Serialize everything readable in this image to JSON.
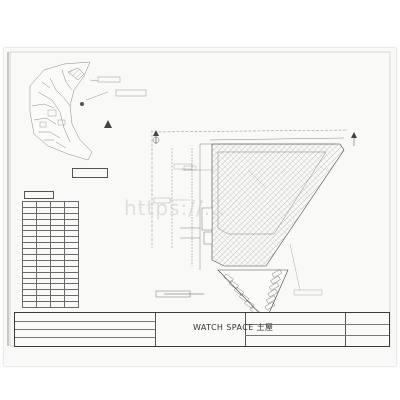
{
  "viewer": {
    "page_color": "#f9f9f7",
    "background": "#ffffff"
  },
  "drawing": {
    "sheet_type": "site plan with location map",
    "location_map": {
      "label": "",
      "caption": ""
    },
    "site_plan": {
      "top_label": "",
      "hatched_area_label": "",
      "right_label": "",
      "left_label": "",
      "parking_stalls": 12
    },
    "parcel_table": {
      "caption": "",
      "rows": [
        [
          "",
          "",
          "",
          ""
        ],
        [
          "",
          "",
          "",
          ""
        ],
        [
          "",
          "",
          "",
          ""
        ],
        [
          "",
          "",
          "",
          ""
        ],
        [
          "",
          "",
          "",
          ""
        ],
        [
          "",
          "",
          "",
          ""
        ],
        [
          "",
          "",
          "",
          ""
        ],
        [
          "",
          "",
          "",
          ""
        ],
        [
          "",
          "",
          "",
          ""
        ],
        [
          "",
          "",
          "",
          ""
        ],
        [
          "",
          "",
          "",
          ""
        ],
        [
          "",
          "",
          "",
          ""
        ],
        [
          "",
          "",
          "",
          ""
        ],
        [
          "",
          "",
          "",
          ""
        ],
        [
          "",
          "",
          "",
          ""
        ],
        [
          "",
          "",
          "",
          ""
        ],
        [
          "",
          "",
          "",
          ""
        ],
        [
          "",
          "",
          "",
          ""
        ]
      ]
    },
    "title_block": {
      "company": "WATCH SPACE 土屋",
      "project_name": "",
      "drawing_number": "",
      "scale": "",
      "date": ""
    },
    "scale_bar_label": "",
    "north_arrow": "north-arrow-icon"
  },
  "watermark": {
    "text": "https://..."
  }
}
